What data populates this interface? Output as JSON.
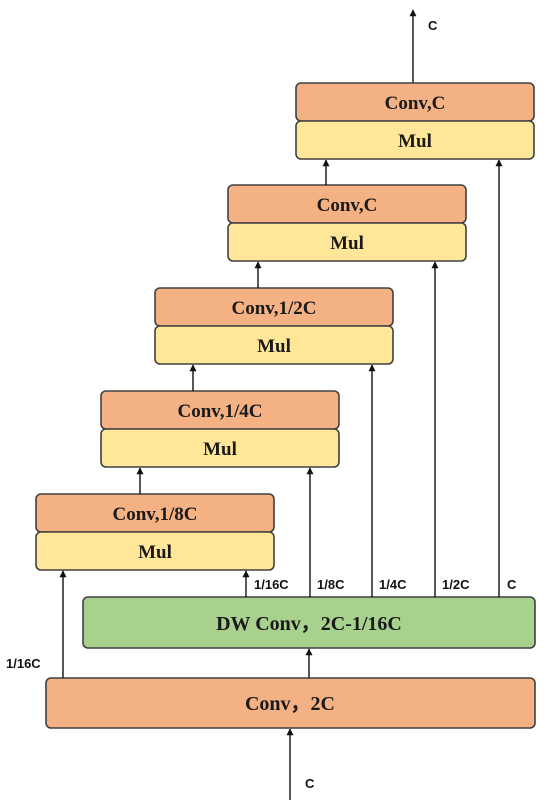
{
  "blocks": {
    "conv_5": "Conv,C",
    "mul_5": "Mul",
    "conv_4": "Conv,C",
    "mul_4": "Mul",
    "conv_3": "Conv,1/2C",
    "mul_3": "Mul",
    "conv_2": "Conv,1/4C",
    "mul_2": "Mul",
    "conv_1": "Conv,1/8C",
    "mul_1": "Mul",
    "dw_conv": "DW Conv，2C-1/16C",
    "conv_base": "Conv，2C"
  },
  "labels": {
    "input": "C",
    "output": "C",
    "branch_1_16c_left": "1/16C",
    "split_1_16c": "1/16C",
    "split_1_8c": "1/8C",
    "split_1_4c": "1/4C",
    "split_1_2c": "1/2C",
    "split_c": "C"
  }
}
